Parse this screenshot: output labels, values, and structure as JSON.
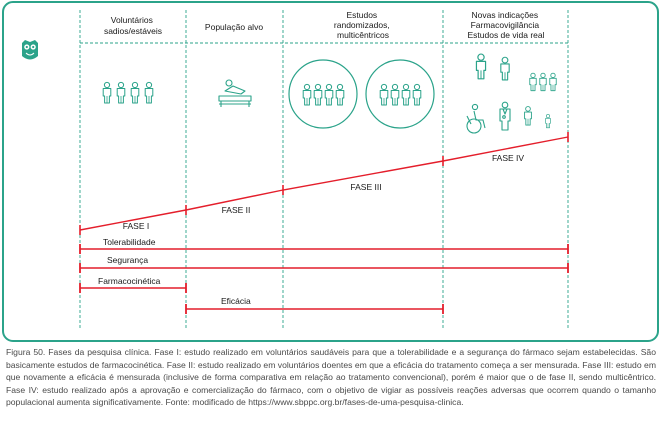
{
  "columns": [
    {
      "lines": [
        "Voluntários",
        "sadios/estáveis"
      ]
    },
    {
      "lines": [
        "População alvo"
      ]
    },
    {
      "lines": [
        "Estudos",
        "randomizados,",
        "multicêntricos"
      ]
    },
    {
      "lines": [
        "Novas indicações",
        "Farmacovigilância",
        "Estudos de vida real"
      ]
    }
  ],
  "phases": [
    "FASE I",
    "FASE II",
    "FASE III",
    "FASE IV"
  ],
  "bars": [
    "Tolerabilidade",
    "Segurança",
    "Farmacocinética",
    "Eficácia"
  ],
  "icons": [
    "owl-logo-icon",
    "people-icon",
    "patient-bed-icon",
    "people-group-icon",
    "people-group-icon",
    "family-icon",
    "wheelchair-icon",
    "doctor-icon"
  ],
  "colors": {
    "teal": "#2ba38a",
    "red": "#e41e2b",
    "text": "#1a1a1a",
    "caption": "#4a4a4a"
  },
  "caption": "Figura 50. Fases da pesquisa clínica. Fase I: estudo realizado em voluntários saudáveis para que a tolerabilidade e a segurança do fármaco sejam estabelecidas. São basicamente estudos de farmacocinética. Fase II: estudo realizado em voluntários doentes em que a eficácia do tratamento começa a ser mensurada. Fase III: estudo em que novamente a eficácia é mensurada (inclusive de forma comparativa em relação ao tratamento convencional), porém é maior que o de fase II, sendo multicêntrico. Fase IV: estudo realizado após a aprovação e comercialização do fármaco, com o objetivo de vigiar as possíveis reações adversas que ocorrem quando o tamanho populacional aumenta significativamente. Fonte: modificado de https://www.sbppc.org.br/fases-de-uma-pesquisa-clinica."
}
